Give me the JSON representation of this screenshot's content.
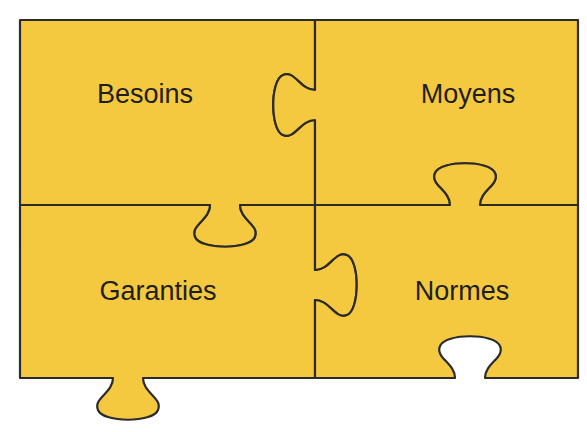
{
  "diagram": {
    "nodes": [
      {
        "text": [
          "Besoins"
        ]
      },
      {
        "text": [
          "Moyens"
        ]
      },
      {
        "text": [
          "Garanties"
        ]
      },
      {
        "text": [
          "Normes"
        ]
      }
    ]
  }
}
